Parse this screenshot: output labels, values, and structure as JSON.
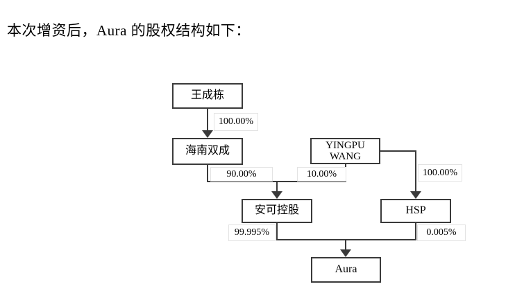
{
  "document": {
    "caption": "本次增资后，Aura 的股权结构如下："
  },
  "colors": {
    "background": "#ffffff",
    "box_border": "#3a3a3a",
    "connector_line": "#3a3a3a",
    "percent_label_border": "#e3e3e3",
    "text": "#000000"
  },
  "diagram": {
    "nodes": {
      "wang_chengdong": {
        "label": "王成栋"
      },
      "hainan_shuangcheng": {
        "label": "海南双成"
      },
      "yingpu_wang": {
        "label": "YINGPU WANG",
        "label_line1": "YINGPU",
        "label_line2": "WANG"
      },
      "anke_holdings": {
        "label": "安可控股"
      },
      "hsp": {
        "label": "HSP"
      },
      "aura": {
        "label": "Aura"
      }
    },
    "edges": [
      {
        "from": "wang_chengdong",
        "to": "hainan_shuangcheng",
        "percent": "100.00%"
      },
      {
        "from": "hainan_shuangcheng",
        "to": "anke_holdings",
        "percent": "90.00%"
      },
      {
        "from": "yingpu_wang",
        "to": "anke_holdings",
        "percent": "10.00%"
      },
      {
        "from": "yingpu_wang",
        "to": "hsp",
        "percent": "100.00%"
      },
      {
        "from": "anke_holdings",
        "to": "aura",
        "percent": "99.995%"
      },
      {
        "from": "hsp",
        "to": "aura",
        "percent": "0.005%"
      }
    ]
  }
}
